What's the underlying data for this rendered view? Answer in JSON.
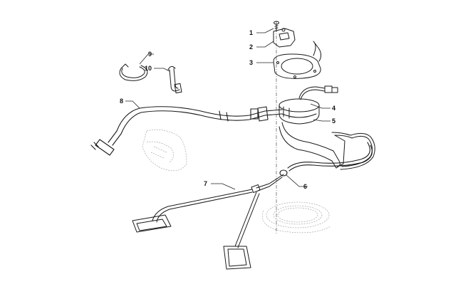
{
  "callouts": [
    {
      "id": "1",
      "label": "1"
    },
    {
      "id": "2",
      "label": "2"
    },
    {
      "id": "3",
      "label": "3"
    },
    {
      "id": "4",
      "label": "4"
    },
    {
      "id": "5",
      "label": "5"
    },
    {
      "id": "6",
      "label": "6"
    },
    {
      "id": "7",
      "label": "7"
    },
    {
      "id": "8",
      "label": "8"
    },
    {
      "id": "9",
      "label": "9"
    },
    {
      "id": "10",
      "label": "10"
    }
  ],
  "colors": {
    "line": "#1a1a1a",
    "ghost": "#9a9a9a",
    "background": "#ffffff"
  }
}
